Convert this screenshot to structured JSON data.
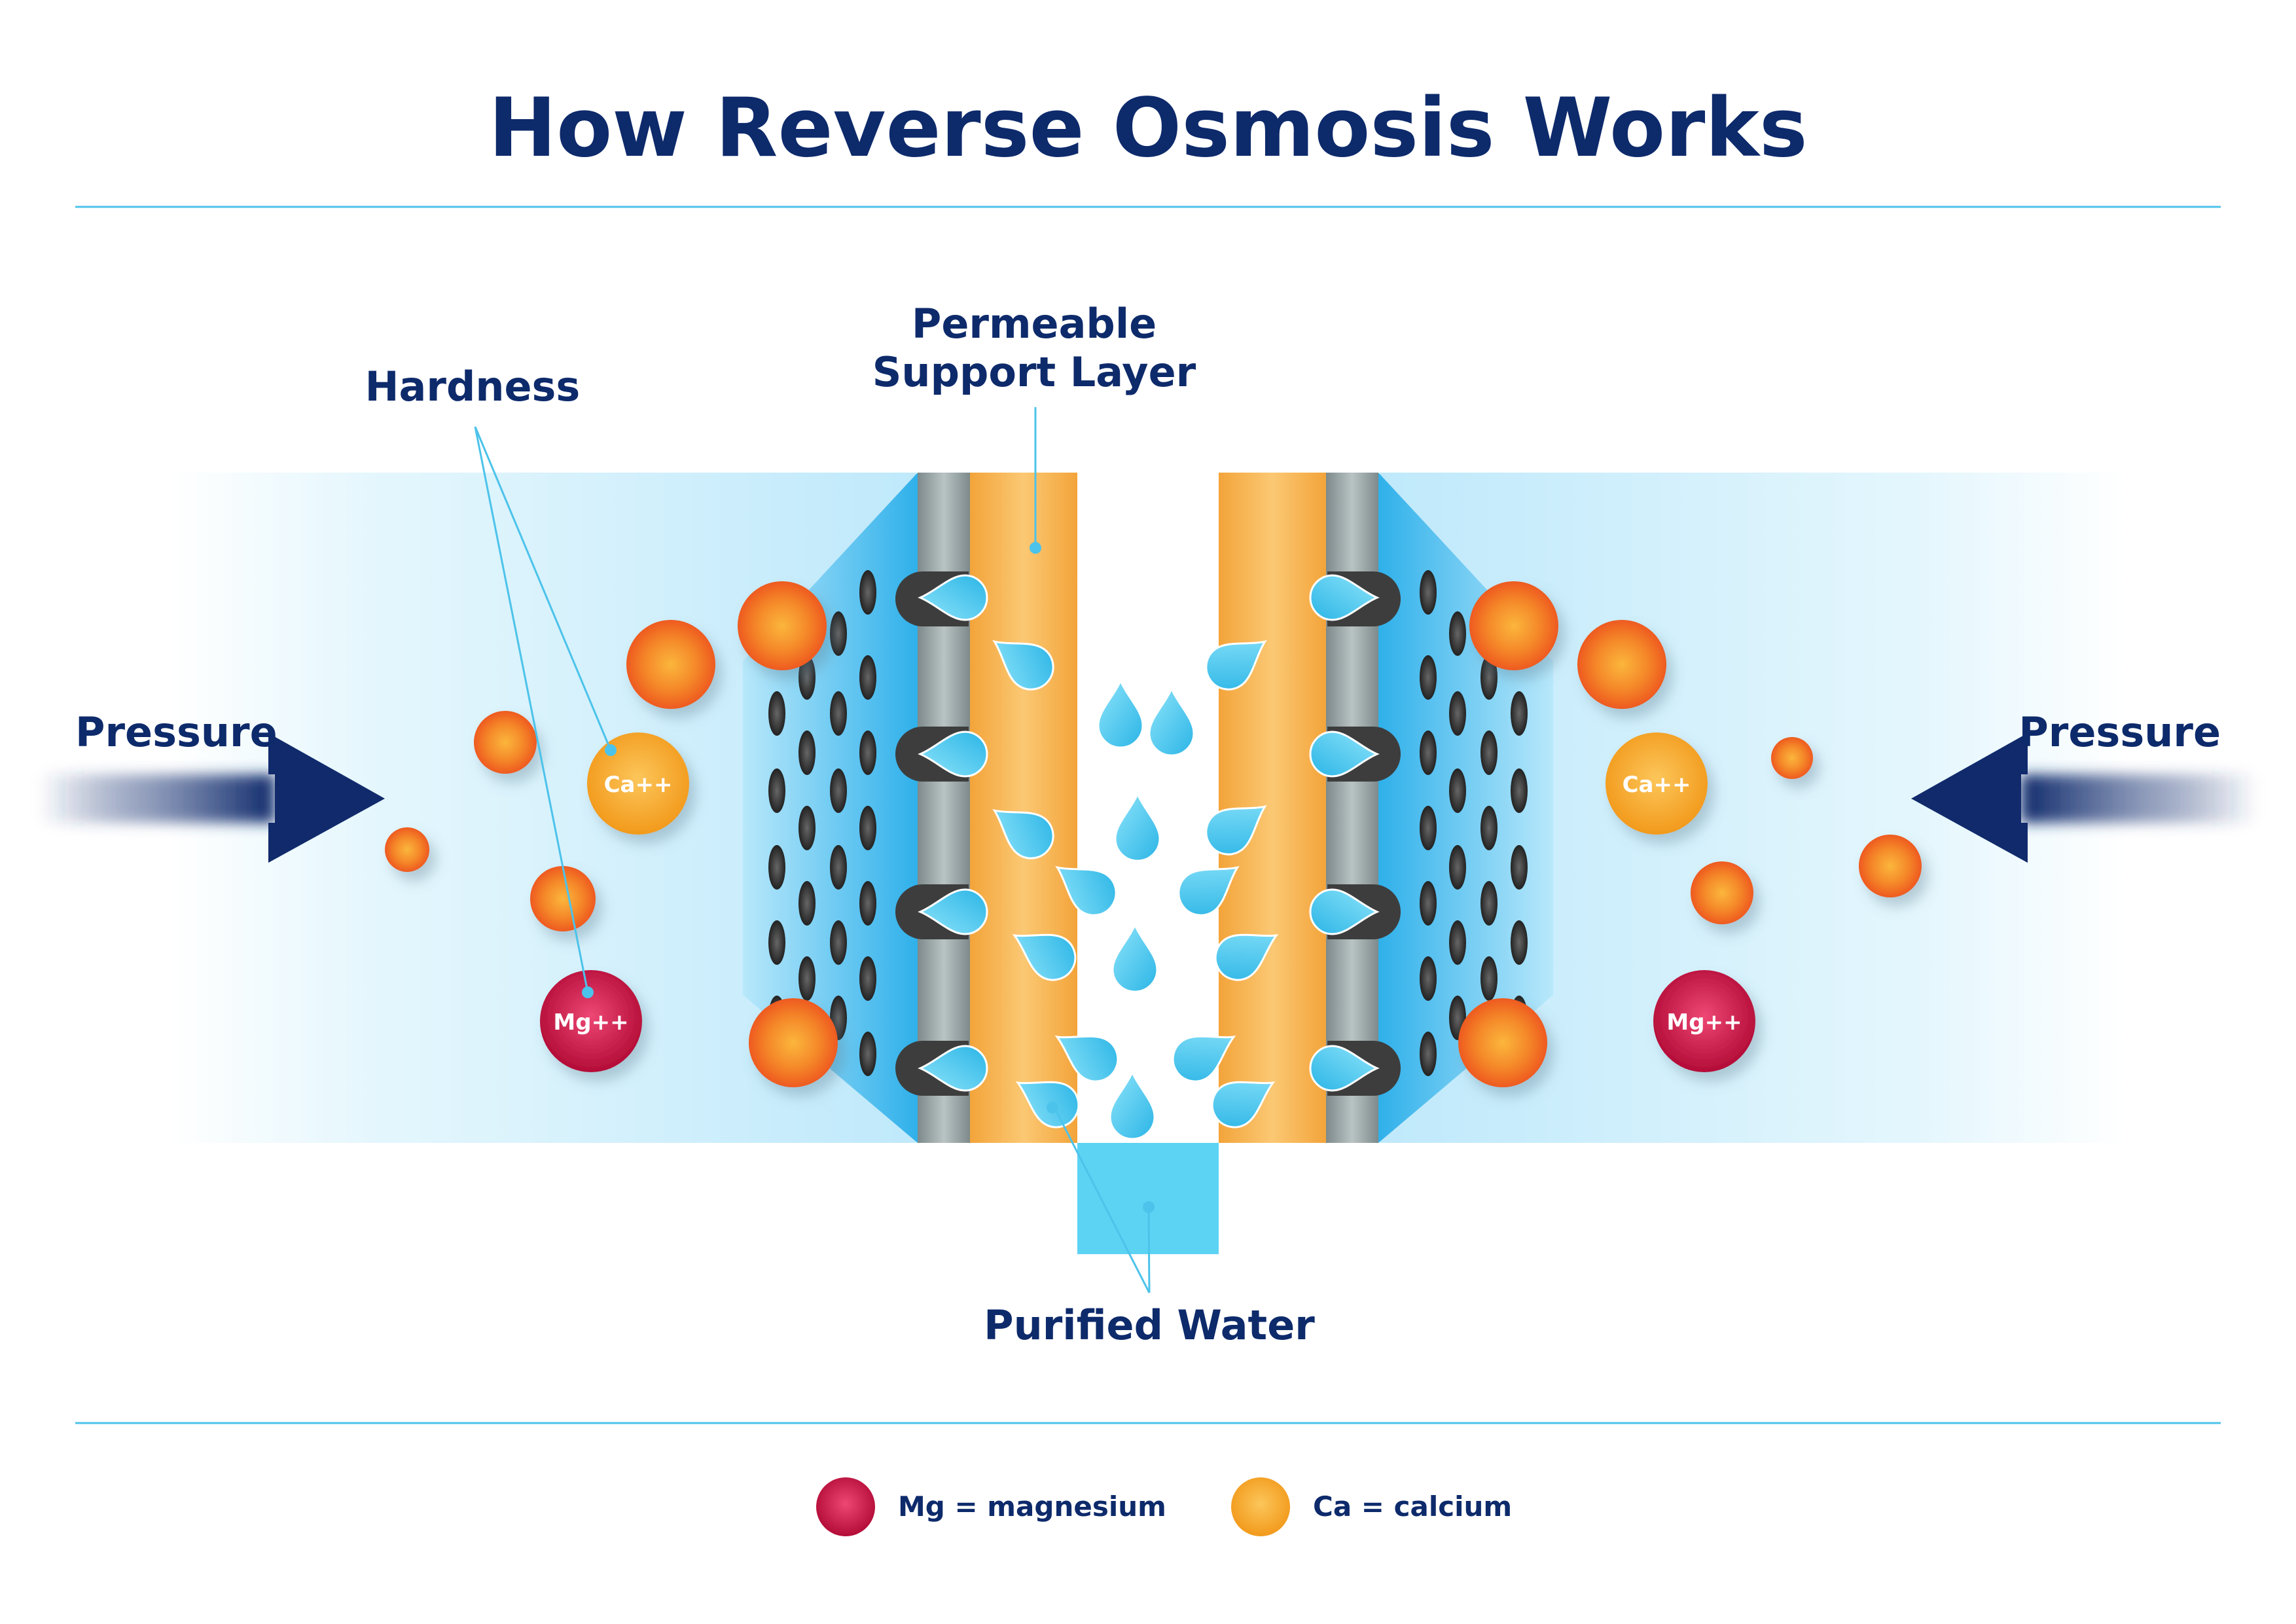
{
  "title": "How Reverse Osmosis Works",
  "labels": {
    "hardness": "Hardness",
    "membrane_line1": "Permeable",
    "membrane_line2": "Support Layer",
    "pressure_left": "Pressure",
    "pressure_right": "Pressure",
    "purified_water": "Purified Water"
  },
  "ions": {
    "calcium": "Ca++",
    "magnesium": "Mg++"
  },
  "legend": {
    "magnesium": "Mg = magnesium",
    "calcium": "Ca = calcium"
  },
  "colors": {
    "title": "#0d2a6b",
    "rule_line": "#4cc3ea",
    "water_light": "#d3f1fc",
    "water_deep": "#2fb6ec",
    "support_layer": "#f6b24a",
    "membrane_gray": "#9aa6a7",
    "contaminant": "#f47a22",
    "calcium": "#f5a623",
    "magnesium": "#c8123f",
    "droplet": "#5fd3f3",
    "arrow": "#102a6b"
  }
}
